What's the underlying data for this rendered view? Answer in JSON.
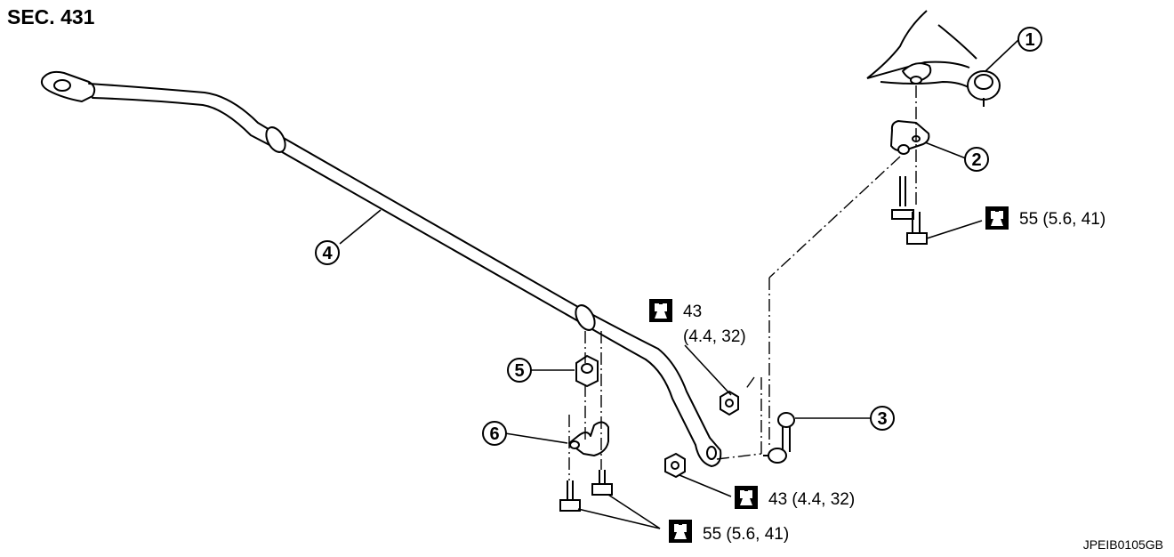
{
  "section": "SEC. 431",
  "figure_code": "JPEIB0105GB",
  "callouts": [
    {
      "num": "1"
    },
    {
      "num": "2"
    },
    {
      "num": "3"
    },
    {
      "num": "4"
    },
    {
      "num": "5"
    },
    {
      "num": "6"
    }
  ],
  "torques": [
    {
      "value": "55 (5.6, 41)"
    },
    {
      "value": "43"
    },
    {
      "value": "(4.4, 32)"
    },
    {
      "value": "43 (4.4, 32)"
    },
    {
      "value": "55 (5.6, 41)"
    }
  ],
  "icons": {
    "torque": "torque-wrench-icon"
  }
}
